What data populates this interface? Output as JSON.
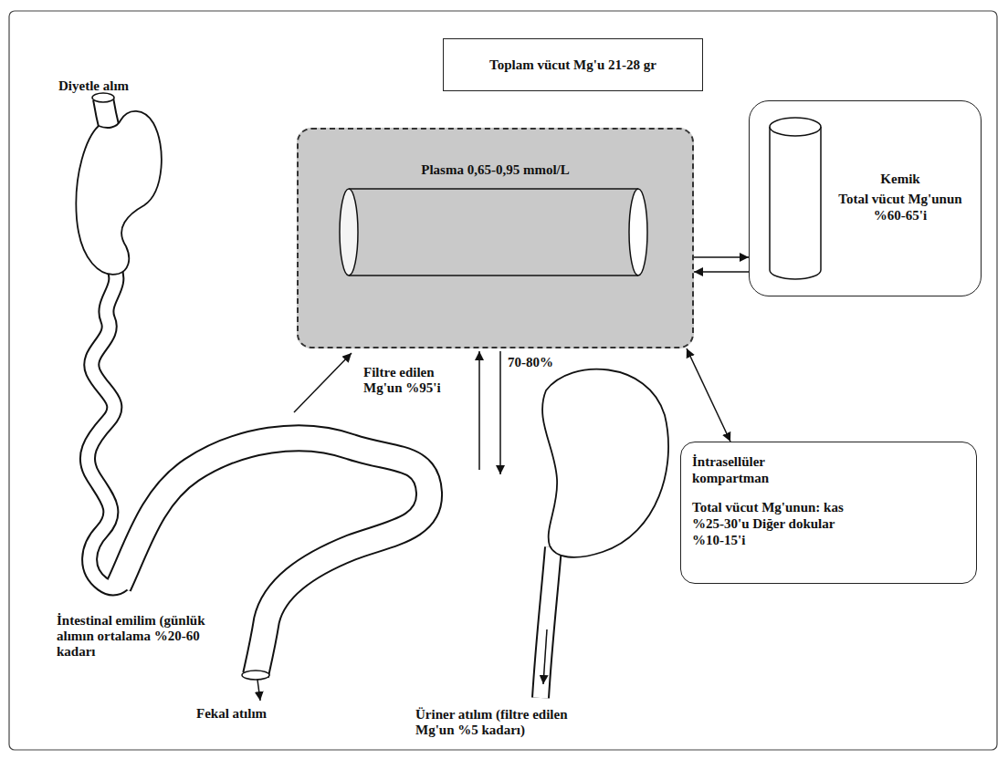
{
  "diagram": {
    "title": "Toplam vücut Mg'u 21-28 gr",
    "nodes": [
      {
        "text": [
          "Plasma 0,65-0,95 mmol/L"
        ]
      },
      {
        "text": [
          "Kemik",
          "Total vücut Mg'unun %60-65'i"
        ]
      },
      {
        "text": [
          "İntrasellüler kompartman",
          "Total vücut Mg'unun: kas %25-30'u Diğer dokular %10-15'i"
        ]
      }
    ],
    "edges": [
      {
        "from": 0,
        "to": 1,
        "arrow": "to"
      },
      {
        "from": 1,
        "to": 0,
        "arrow": "to"
      },
      {
        "from": 0,
        "to": 2,
        "arrow": "both"
      }
    ],
    "labels": [
      "Diyetle alım",
      "İntestinal emilim (günlük alımın ortalama %20-60 kadarı",
      "Fekal atılım",
      "Filtre edilen Mg'un %95'i",
      "70-80%",
      "Üriner atılım (filtre edilen Mg'un %5 kadarı)"
    ]
  }
}
